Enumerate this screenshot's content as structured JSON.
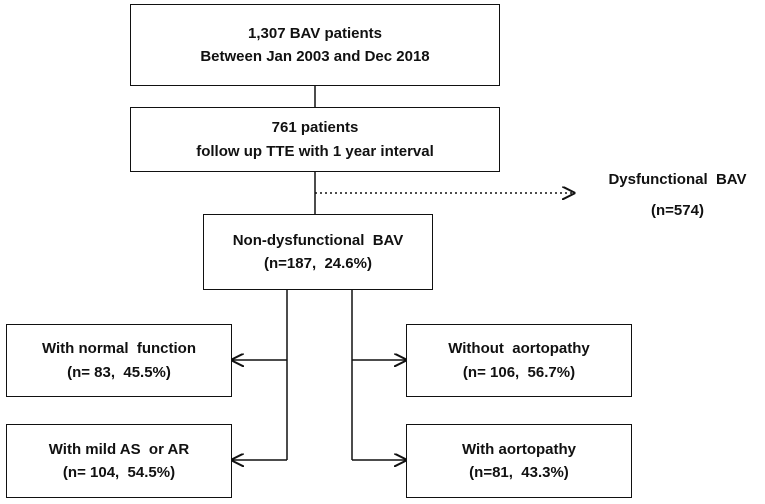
{
  "boxes": {
    "total": {
      "line1": "1,307 BAV patients",
      "line2": "Between Jan 2003 and Dec 2018"
    },
    "followup": {
      "line1": "761 patients",
      "line2": "follow up TTE with 1 year interval"
    },
    "nondys": {
      "line1": "Non-dysfunctional  BAV",
      "line2": "(n=187,  24.6%)"
    },
    "normal": {
      "line1": "With normal  function",
      "line2": "(n= 83,  45.5%)"
    },
    "mild": {
      "line1": "With mild AS  or AR",
      "line2": "(n= 104,  54.5%)"
    },
    "without_aorto": {
      "line1": "Without  aortopathy",
      "line2": "(n= 106,  56.7%)"
    },
    "with_aorto": {
      "line1": "With aortopathy",
      "line2": "(n=81,  43.3%)"
    }
  },
  "excluded": {
    "line1": "Dysfunctional  BAV",
    "line2": "(n=574)"
  },
  "colors": {
    "line": "#111111",
    "text": "#111111",
    "background": "#ffffff"
  }
}
